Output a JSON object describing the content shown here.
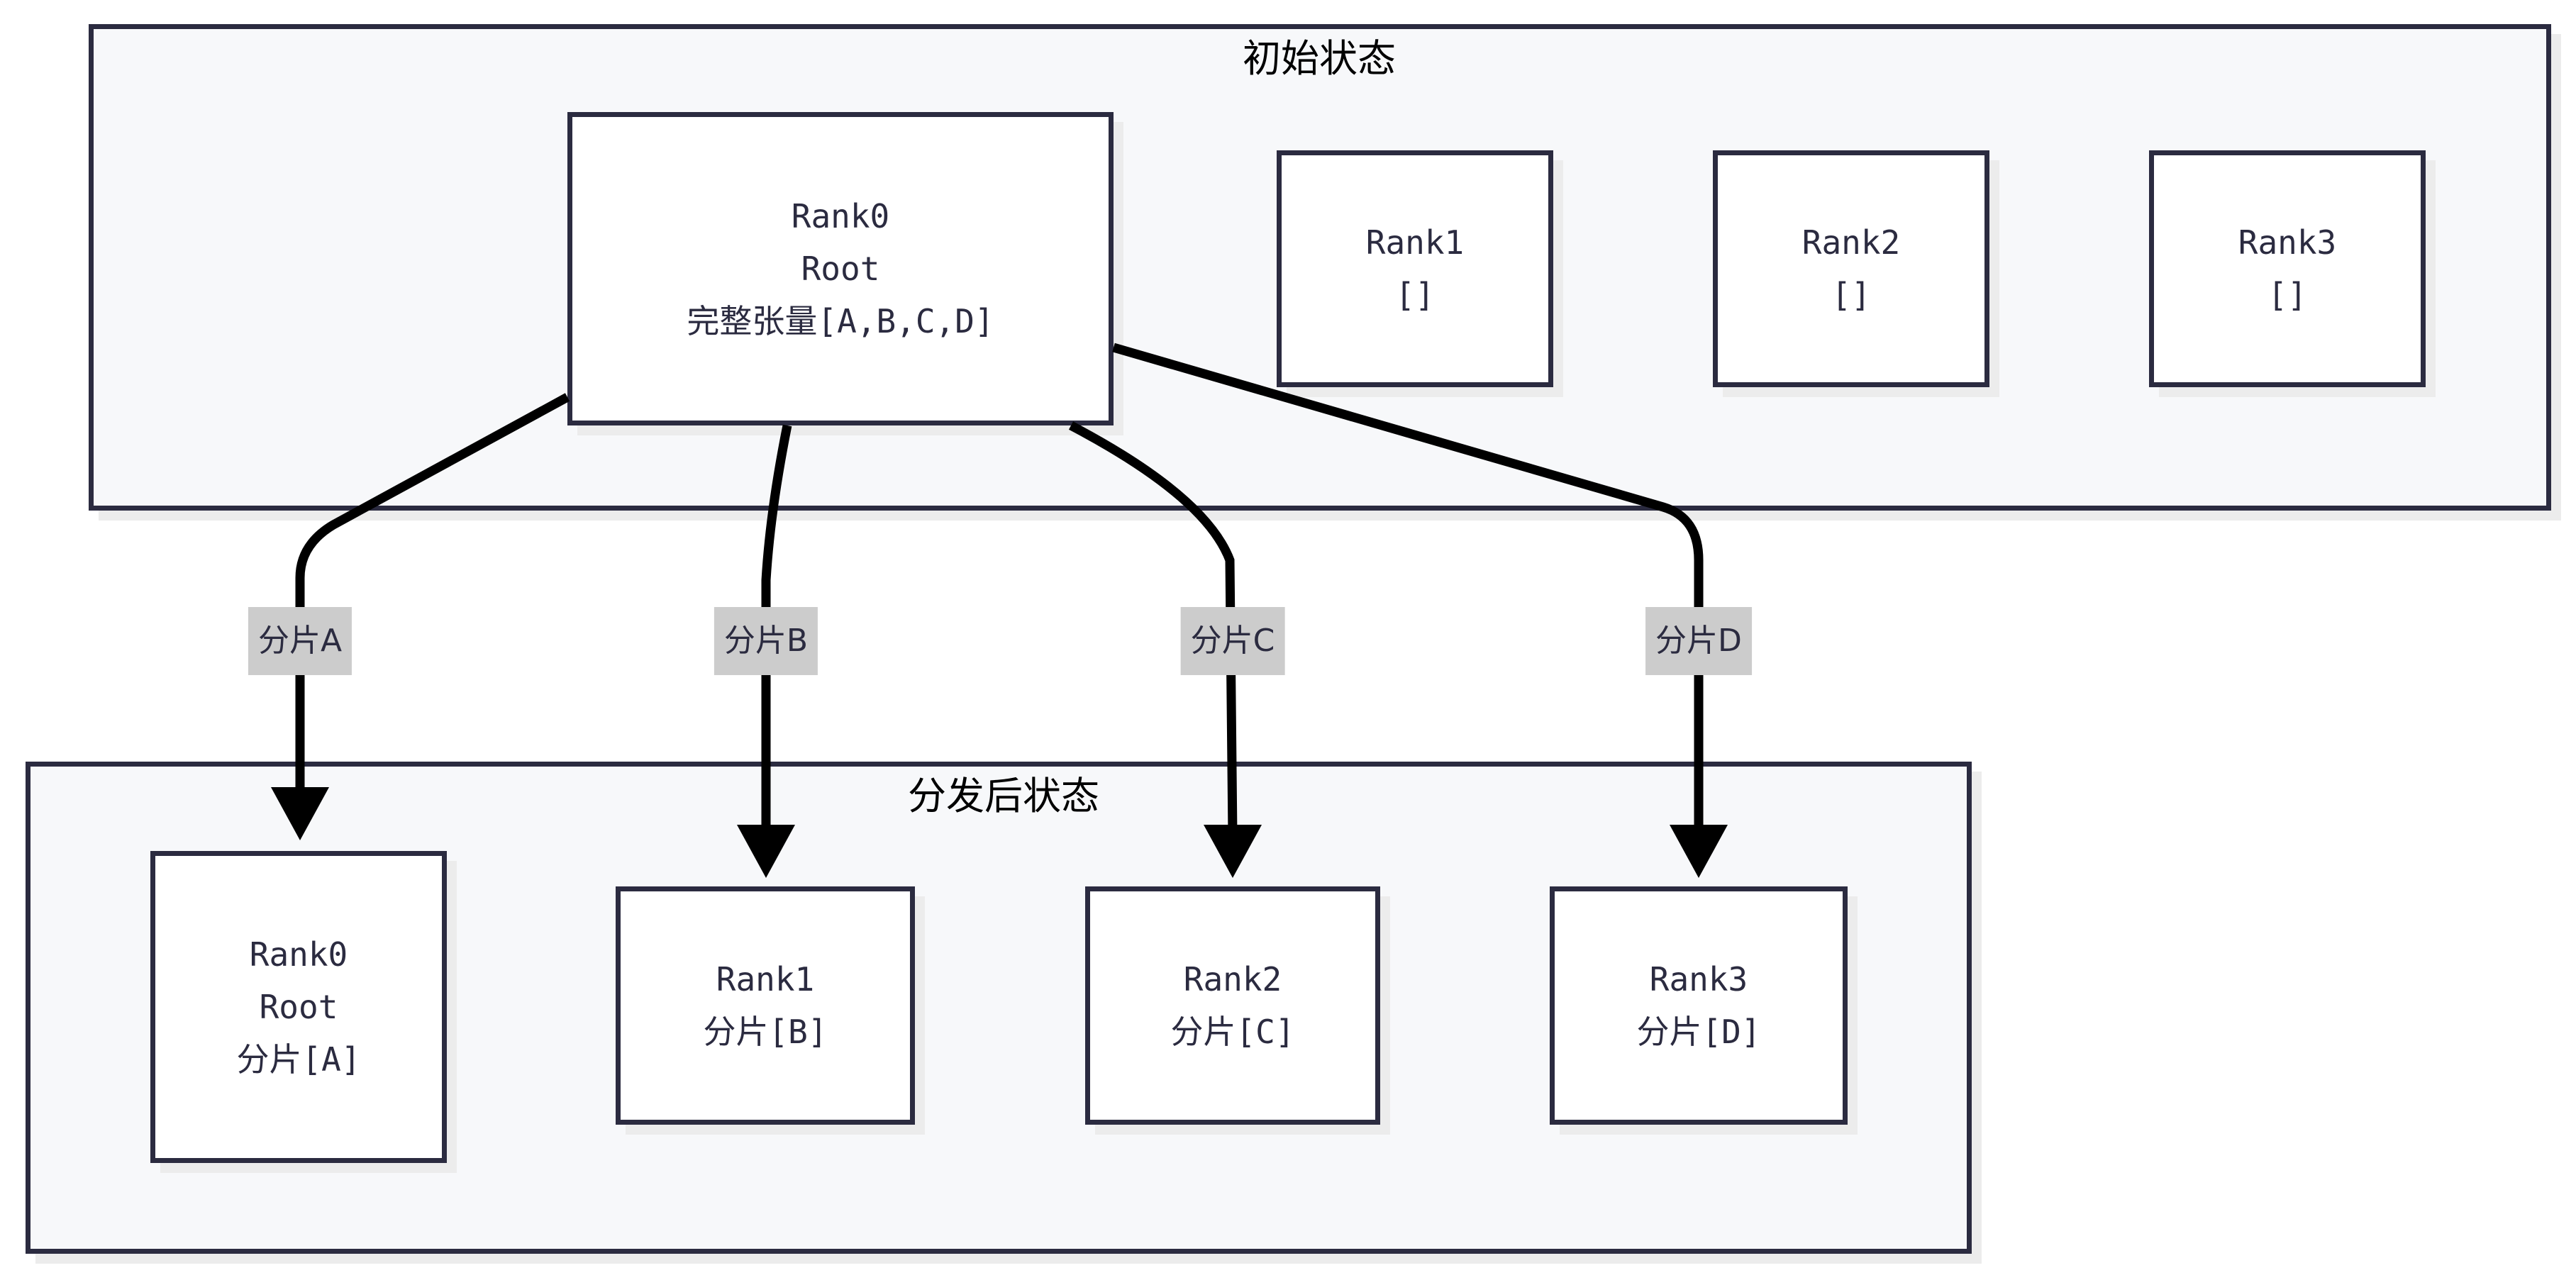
{
  "diagram": {
    "title_initial": "初始状态",
    "title_after": "分发后状态",
    "colors": {
      "border": "#2b2b40",
      "cluster_fill": "#f7f8fa",
      "node_fill": "#ffffff",
      "shadow": "#ececec",
      "edge": "#000000",
      "label_bg": "#cccccc"
    }
  },
  "initial_state": {
    "title": "初始状态",
    "nodes": [
      {
        "id": "rank0-initial",
        "lines": [
          "Rank0",
          "Root",
          "完整张量[A,B,C,D]"
        ]
      },
      {
        "id": "rank1-initial",
        "lines": [
          "Rank1",
          "[]"
        ]
      },
      {
        "id": "rank2-initial",
        "lines": [
          "Rank2",
          "[]"
        ]
      },
      {
        "id": "rank3-initial",
        "lines": [
          "Rank3",
          "[]"
        ]
      }
    ]
  },
  "edges": [
    {
      "id": "edge-a",
      "label": "分片A",
      "from": "rank0-initial",
      "to": "rank0-after"
    },
    {
      "id": "edge-b",
      "label": "分片B",
      "from": "rank0-initial",
      "to": "rank1-after"
    },
    {
      "id": "edge-c",
      "label": "分片C",
      "from": "rank0-initial",
      "to": "rank2-after"
    },
    {
      "id": "edge-d",
      "label": "分片D",
      "from": "rank0-initial",
      "to": "rank3-after"
    }
  ],
  "after_state": {
    "title": "分发后状态",
    "nodes": [
      {
        "id": "rank0-after",
        "lines": [
          "Rank0",
          "Root",
          "分片[A]"
        ]
      },
      {
        "id": "rank1-after",
        "lines": [
          "Rank1",
          "分片[B]"
        ]
      },
      {
        "id": "rank2-after",
        "lines": [
          "Rank2",
          "分片[C]"
        ]
      },
      {
        "id": "rank3-after",
        "lines": [
          "Rank3",
          "分片[D]"
        ]
      }
    ]
  }
}
